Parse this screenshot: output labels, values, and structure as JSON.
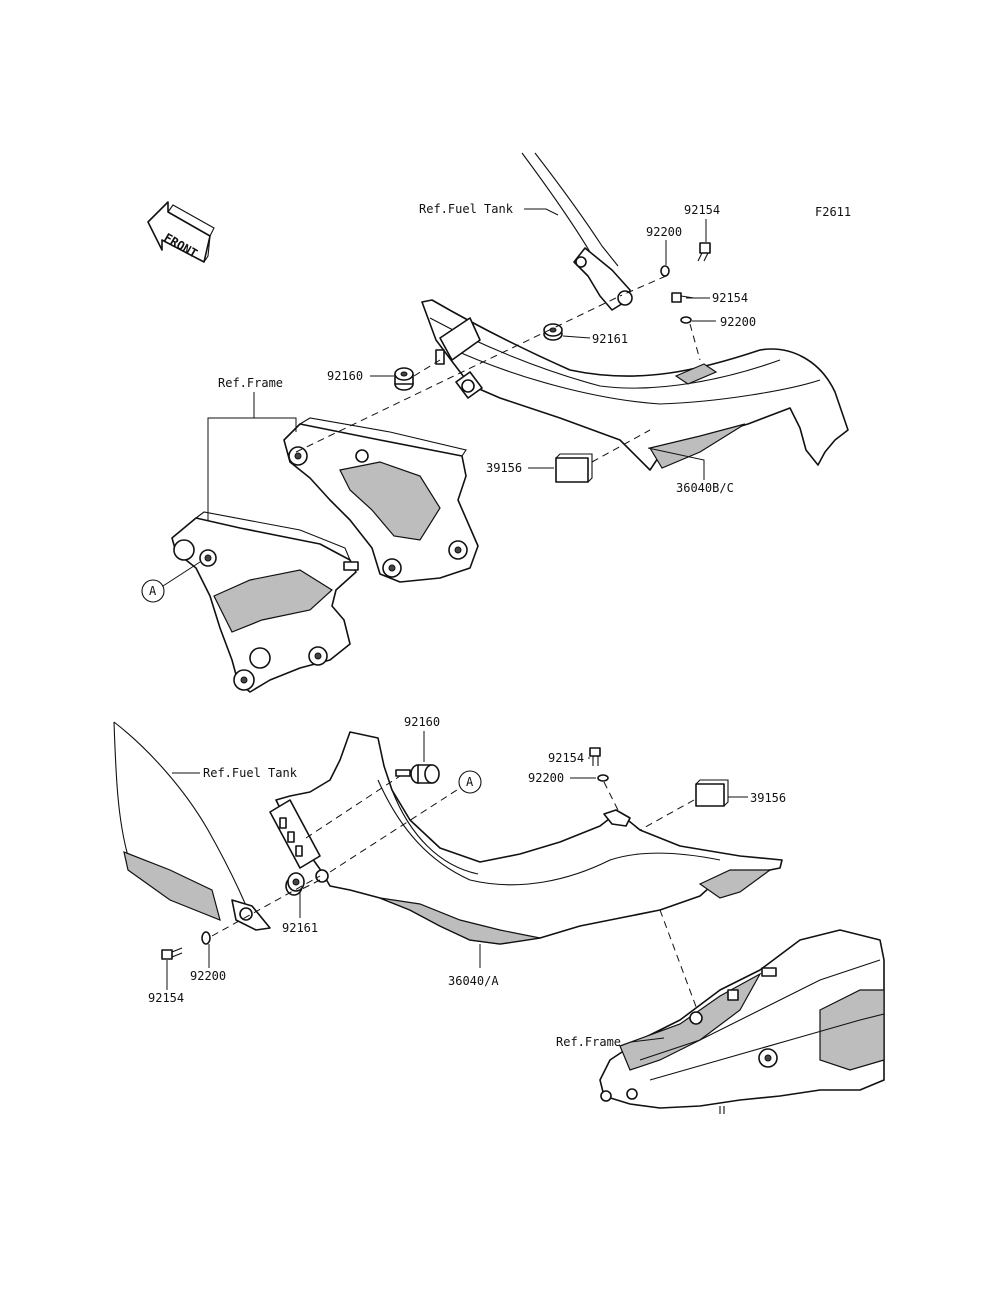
{
  "figure_id": "F2611",
  "front_arrow_label": "FRONT",
  "callouts": {
    "ref_fuel_tank_top": "Ref.Fuel Tank",
    "ref_frame_top": "Ref.Frame",
    "p92154_a": "92154",
    "p92200_a": "92200",
    "p92154_b": "92154",
    "p92200_b": "92200",
    "p92161_top": "92161",
    "p92160_top": "92160",
    "p39156_top": "39156",
    "p36040_bc": "36040B/C",
    "ref_a_top": "A",
    "p92160_bottom": "92160",
    "ref_fuel_tank_bottom": "Ref.Fuel Tank",
    "ref_a_bottom": "A",
    "p92154_c": "92154",
    "p92200_c": "92200",
    "p39156_bottom": "39156",
    "p92161_bottom": "92161",
    "p92200_d": "92200",
    "p92154_d": "92154",
    "p36040_a": "36040/A",
    "ref_frame_bottom": "Ref.Frame"
  }
}
